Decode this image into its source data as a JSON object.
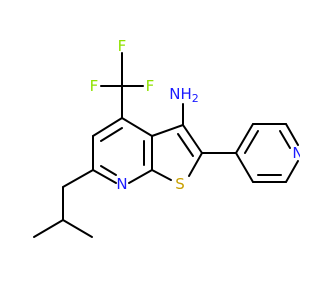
{
  "molecule": {
    "labels": {
      "f_top": "F",
      "f_left": "F",
      "f_right": "F",
      "nh2": "NH",
      "nh2_sub": "2",
      "n_pyridine_fused": "N",
      "s_thiophene": "S",
      "n_pyridyl": "N"
    },
    "colors": {
      "fluorine": "#8fe100",
      "nitrogen": "#1a1aff",
      "sulfur": "#c8a000",
      "bond": "#000000"
    }
  }
}
